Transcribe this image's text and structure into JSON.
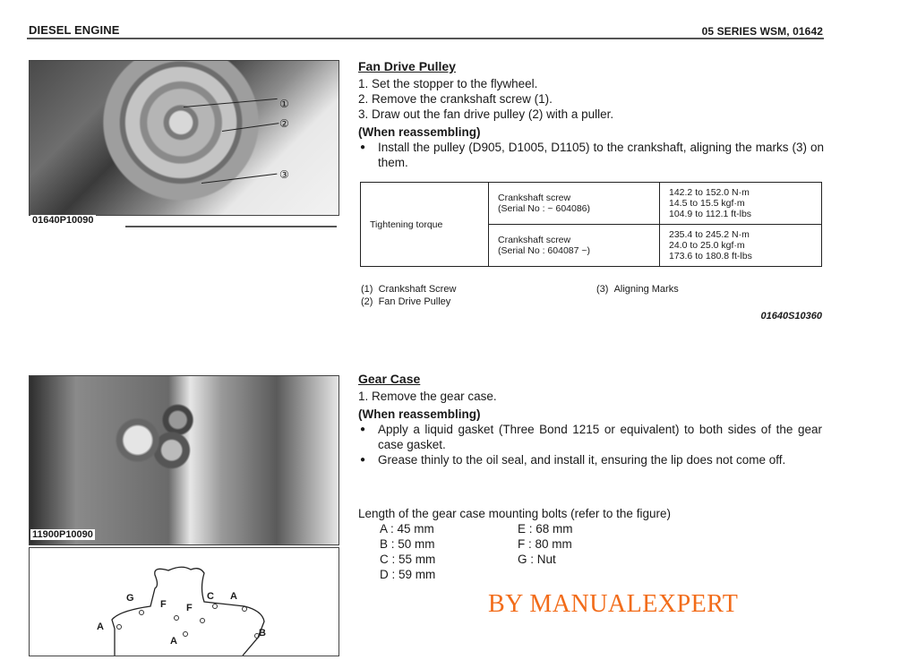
{
  "header": {
    "left_title": "DIESEL ENGINE",
    "right_title": "05 SERIES WSM, 01642"
  },
  "fan_drive_pulley": {
    "image_caption": "01640P10090",
    "callouts": [
      "①",
      "②",
      "③"
    ],
    "title": "Fan Drive Pulley",
    "steps": [
      "1. Set the stopper to the flywheel.",
      "2. Remove the crankshaft screw (1).",
      "3. Draw out the fan drive pulley (2) with a puller."
    ],
    "reassembly_heading": "(When reassembling)",
    "reassembly_bullets": [
      "Install the pulley (D905, D1005, D1105) to the crankshaft, aligning the marks (3) on them."
    ],
    "torque_table": {
      "label": "Tightening torque",
      "rows": [
        {
          "item_line1": "Crankshaft screw",
          "item_line2": "(Serial No : ~ 604086)",
          "values": [
            "142.2 to 152.0 N·m",
            "14.5 to 15.5 kgf·m",
            "104.9 to 112.1 ft-lbs"
          ]
        },
        {
          "item_line1": "Crankshaft screw",
          "item_line2": "(Serial No : 604087 ~)",
          "values": [
            "235.4 to 245.2 N·m",
            "24.0 to 25.0 kgf·m",
            "173.6 to 180.8 ft-lbs"
          ]
        }
      ]
    },
    "legend": [
      {
        "num": "(1)",
        "text": "Crankshaft Screw"
      },
      {
        "num": "(2)",
        "text": "Fan Drive Pulley"
      },
      {
        "num": "(3)",
        "text": "Aligning Marks"
      }
    ],
    "doc_id": "01640S10360"
  },
  "gear_case": {
    "image_caption": "11900P10090",
    "title": "Gear Case",
    "steps": [
      "1. Remove the gear case."
    ],
    "reassembly_heading": "(When reassembling)",
    "reassembly_bullets": [
      "Apply a liquid gasket (Three Bond 1215 or equivalent) to both sides of the gear case gasket.",
      "Grease thinly to the oil seal, and install it, ensuring the lip does not come off."
    ],
    "bolt_length_heading": "Length of the gear case mounting bolts (refer to the figure)",
    "bolt_lengths_left": [
      "A : 45 mm",
      "B : 50 mm",
      "C : 55 mm",
      "D : 59 mm"
    ],
    "bolt_lengths_right": [
      "E : 68 mm",
      "F : 80 mm",
      "G : Nut"
    ],
    "diagram_labels": [
      "G",
      "F",
      "F",
      "C",
      "A",
      "A",
      "A",
      "B"
    ]
  },
  "watermark": "BY MANUALEXPERT",
  "colors": {
    "watermark": "#f26c1a",
    "text": "#1a1a1a"
  }
}
